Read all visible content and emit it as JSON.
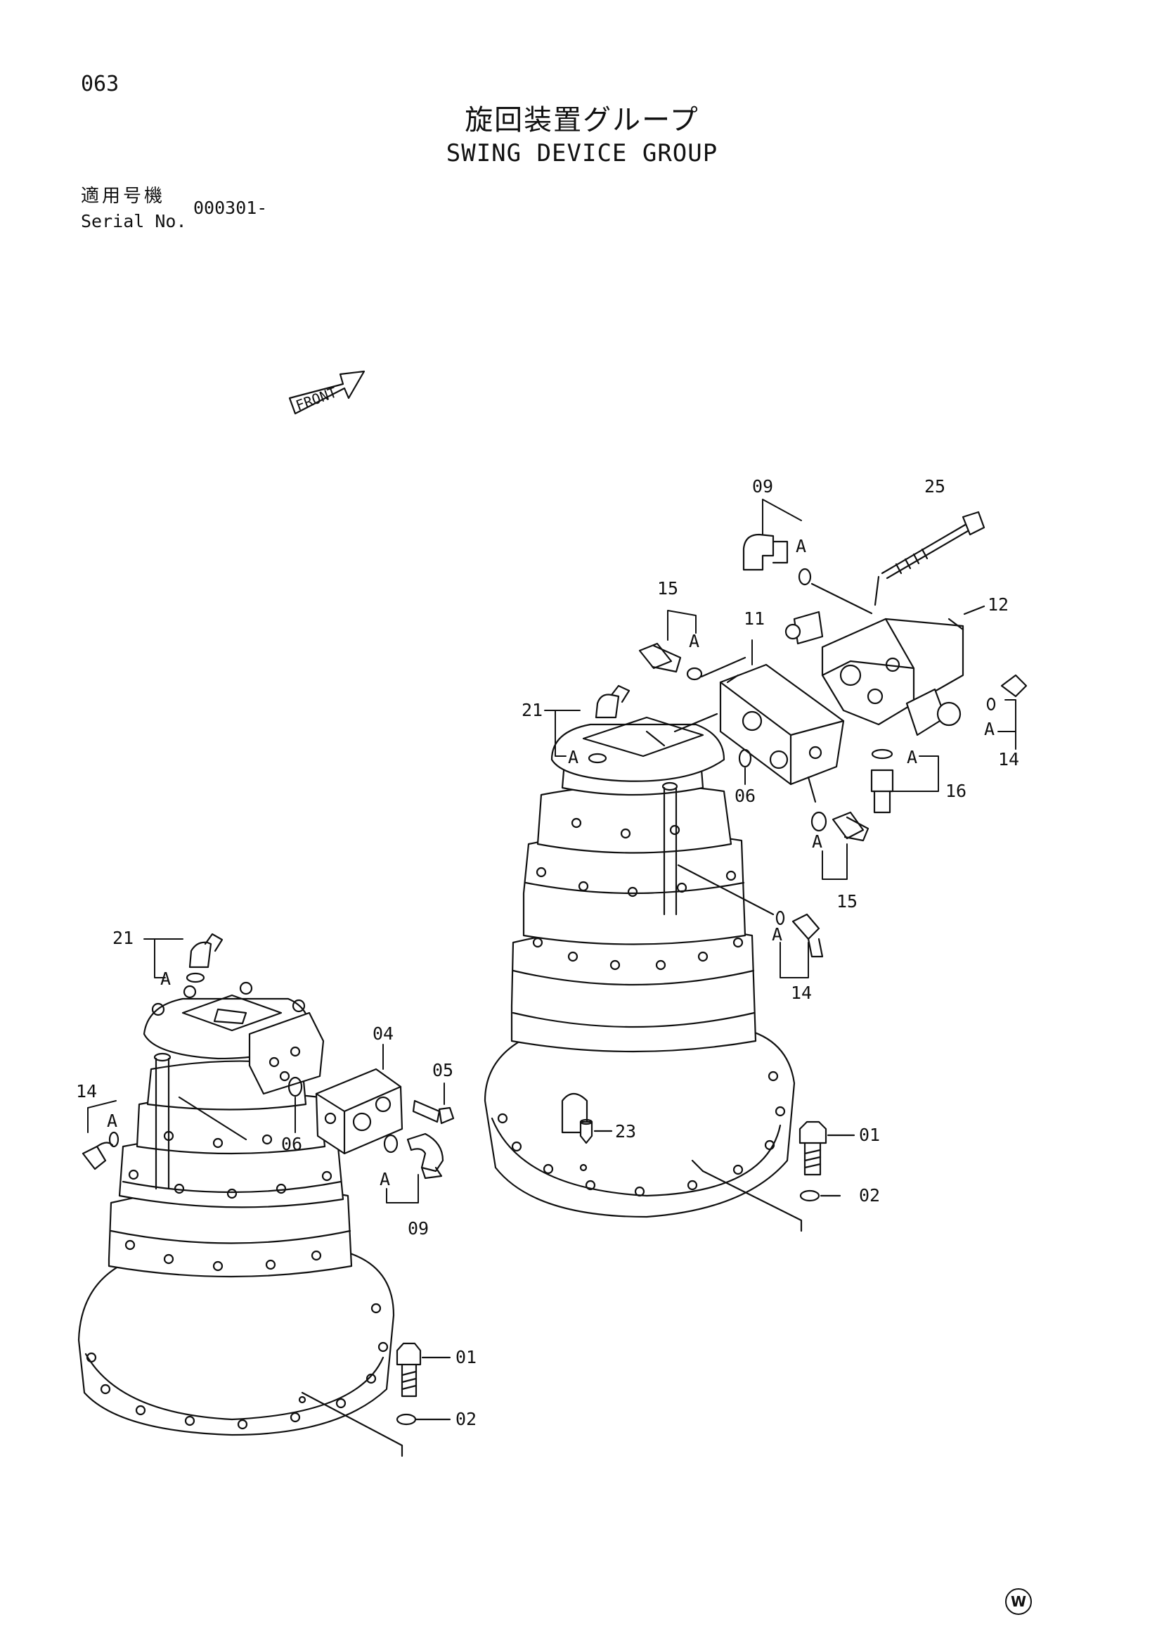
{
  "page_number": "063",
  "title_jp": "旋回装置グループ",
  "title_en": "SWING DEVICE GROUP",
  "serial": {
    "label_jp": "適用号機",
    "label_en": "Serial No.",
    "value": "000301-"
  },
  "front_label": "FRONT",
  "watermark": "W",
  "callouts": {
    "c09_top": "09",
    "c25": "25",
    "cA_09_top": "A",
    "c12": "12",
    "c15_top": "15",
    "cA_15_top": "A",
    "c11": "11",
    "c21_right": "21",
    "cA_21_right": "A",
    "c06_right": "06",
    "cA_14_right": "A",
    "c14_right": "14",
    "cA_16": "A",
    "c16": "16",
    "cA_15_bottom": "A",
    "c15_bottom": "15",
    "cA_14_mid": "A",
    "c14_mid": "14",
    "c23": "23",
    "c01_right": "01",
    "c02_right": "02",
    "c21_left": "21",
    "cA_21_left": "A",
    "c04": "04",
    "c05": "05",
    "c14_left": "14",
    "cA_14_left": "A",
    "c06_left": "06",
    "cA_09_left": "A",
    "c09_left": "09",
    "c01_left": "01",
    "c02_left": "02"
  }
}
